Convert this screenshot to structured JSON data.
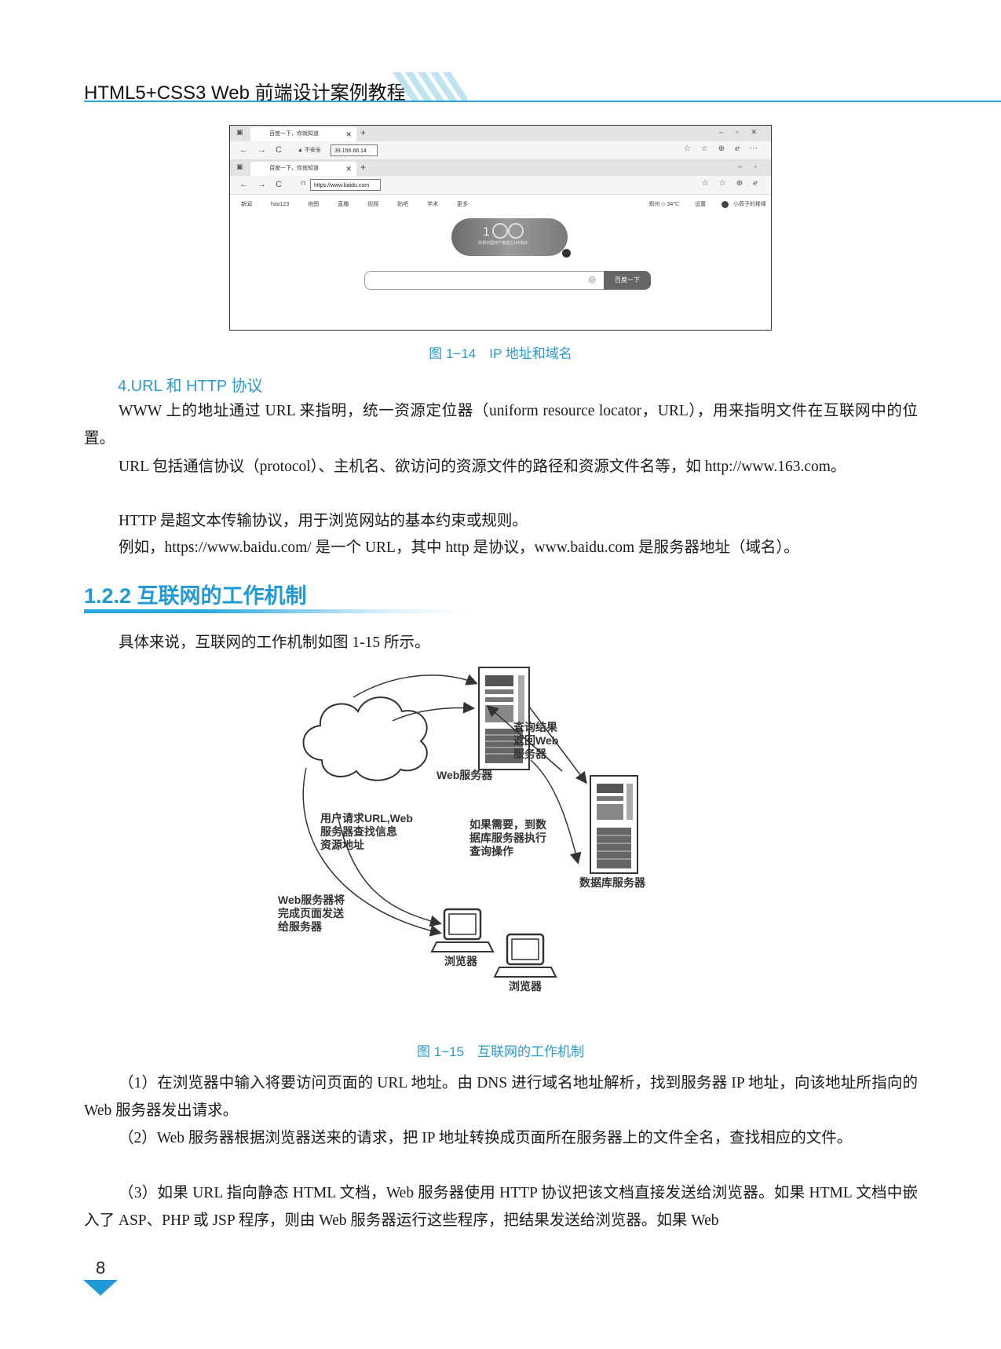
{
  "header": {
    "title": "HTML5+CSS3 Web 前端设计案例教程"
  },
  "fig14": {
    "tab1": "百度一下，你就知道",
    "tab2": "百度一下，你就知道",
    "insecure": "▲ 不安全",
    "url_ip": "39.156.66.14",
    "url_domain": "https://www.baidu.com",
    "nav_items": [
      "新闻",
      "hao123",
      "地图",
      "直播",
      "视频",
      "贴吧",
      "学术",
      "更多"
    ],
    "right_items": [
      "郑州 ◇ 34℃",
      "设置",
      "小荷子的棒棒"
    ],
    "doodle_text": "庆祝中国共产党成立100周年",
    "search_button": "百度一下",
    "caption": "图 1−14　IP 地址和域名"
  },
  "section4": {
    "heading": "4.URL 和 HTTP 协议",
    "p1": "WWW 上的地址通过 URL 来指明，统一资源定位器（uniform resource locator，URL），用来指明文件在互联网中的位置。",
    "p2": "URL 包括通信协议（protocol）、主机名、欲访问的资源文件的路径和资源文件名等，如 http://www.163.com。",
    "p3": "HTTP 是超文本传输协议，用于浏览网站的基本约束或规则。",
    "p4": "例如，https://www.baidu.com/ 是一个 URL，其中 http 是协议，www.baidu.com 是服务器地址（域名）。"
  },
  "section122": {
    "title": "1.2.2  互联网的工作机制",
    "intro": "具体来说，互联网的工作机制如图 1-15 所示。"
  },
  "fig15": {
    "web_server": "Web服务器",
    "db_server": "数据库服务器",
    "browser1": "浏览器",
    "browser2": "浏览器",
    "label_query_result": "查询结果\n返回Web\n服务器",
    "label_user_request": "用户请求URL,Web\n服务器查找信息\n资源地址",
    "label_db_query": "如果需要，到数\n据库服务器执行\n查询操作",
    "label_send_page": "Web服务器将\n完成页面发送\n给服务器",
    "caption": "图 1−15　互联网的工作机制"
  },
  "steps": {
    "s1": "（1）在浏览器中输入将要访问页面的 URL 地址。由 DNS 进行域名地址解析，找到服务器 IP 地址，向该地址所指向的 Web 服务器发出请求。",
    "s2": "（2）Web 服务器根据浏览器送来的请求，把 IP 地址转换成页面所在服务器上的文件全名，查找相应的文件。",
    "s3": "（3）如果 URL 指向静态 HTML 文档，Web 服务器使用 HTTP 协议把该文档直接发送给浏览器。如果 HTML 文档中嵌入了 ASP、PHP 或 JSP 程序，则由 Web 服务器运行这些程序，把结果发送给浏览器。如果 Web"
  },
  "page_number": "8",
  "colors": {
    "accent": "#2b9bd0",
    "header_rule": "#2aa3d6"
  }
}
